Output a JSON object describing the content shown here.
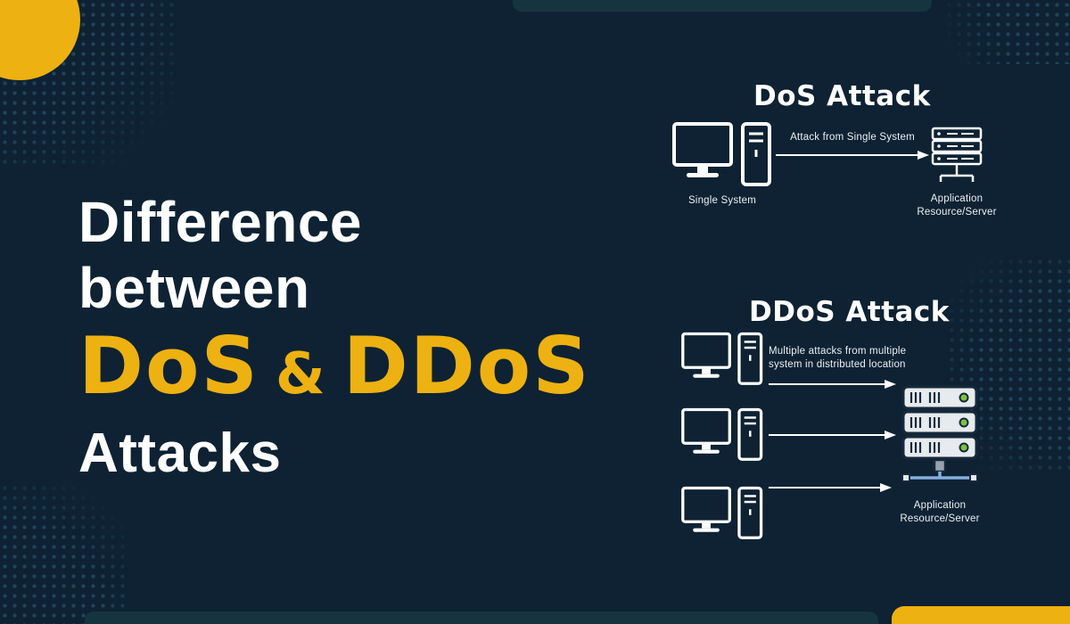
{
  "title": {
    "line1": "Difference",
    "line2": "between",
    "dos": "DoS",
    "amp": "&",
    "ddos": "DDoS",
    "line4": "Attacks"
  },
  "dos": {
    "heading": "DoS Attack",
    "arrow_label": "Attack from Single System",
    "source_label": "Single System",
    "target_label_line1": "Application",
    "target_label_line2": "Resource/Server"
  },
  "ddos": {
    "heading": "DDoS Attack",
    "desc_line1": "Multiple attacks from multiple",
    "desc_line2": "system in distributed location",
    "target_label_line1": "Application",
    "target_label_line2": "Resource/Server"
  },
  "colors": {
    "background": "#0e2233",
    "accent_yellow": "#edb111",
    "text_white": "#ffffff",
    "deco_bar": "#163440",
    "dots": "#21445b",
    "server_green": "#7cc23f",
    "server_body": "#e7ebee",
    "server_outline": "#17293b",
    "network_blue": "#84aede"
  }
}
